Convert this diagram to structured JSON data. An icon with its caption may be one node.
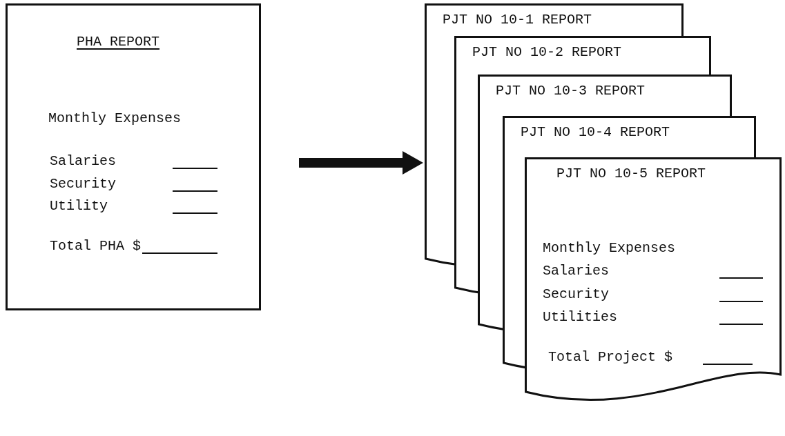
{
  "diagram": {
    "nodes": [
      {
        "text": [
          "PHA REPORT",
          "Monthly Expenses",
          "Salaries",
          "Security",
          "Utility",
          "Total PHA $"
        ]
      },
      {
        "text": [
          "PJT NO 10-1 REPORT"
        ]
      },
      {
        "text": [
          "PJT NO 10-2 REPORT"
        ]
      },
      {
        "text": [
          "PJT NO 10-3 REPORT"
        ]
      },
      {
        "text": [
          "PJT NO 10-4 REPORT"
        ]
      },
      {
        "text": [
          "PJT NO 10-5 REPORT",
          "Monthly Expenses",
          "Salaries",
          "Security",
          "Utilities",
          "Total Project $"
        ]
      }
    ],
    "edges": [
      {
        "from": 0,
        "to": 1,
        "arrow": "to"
      }
    ]
  }
}
